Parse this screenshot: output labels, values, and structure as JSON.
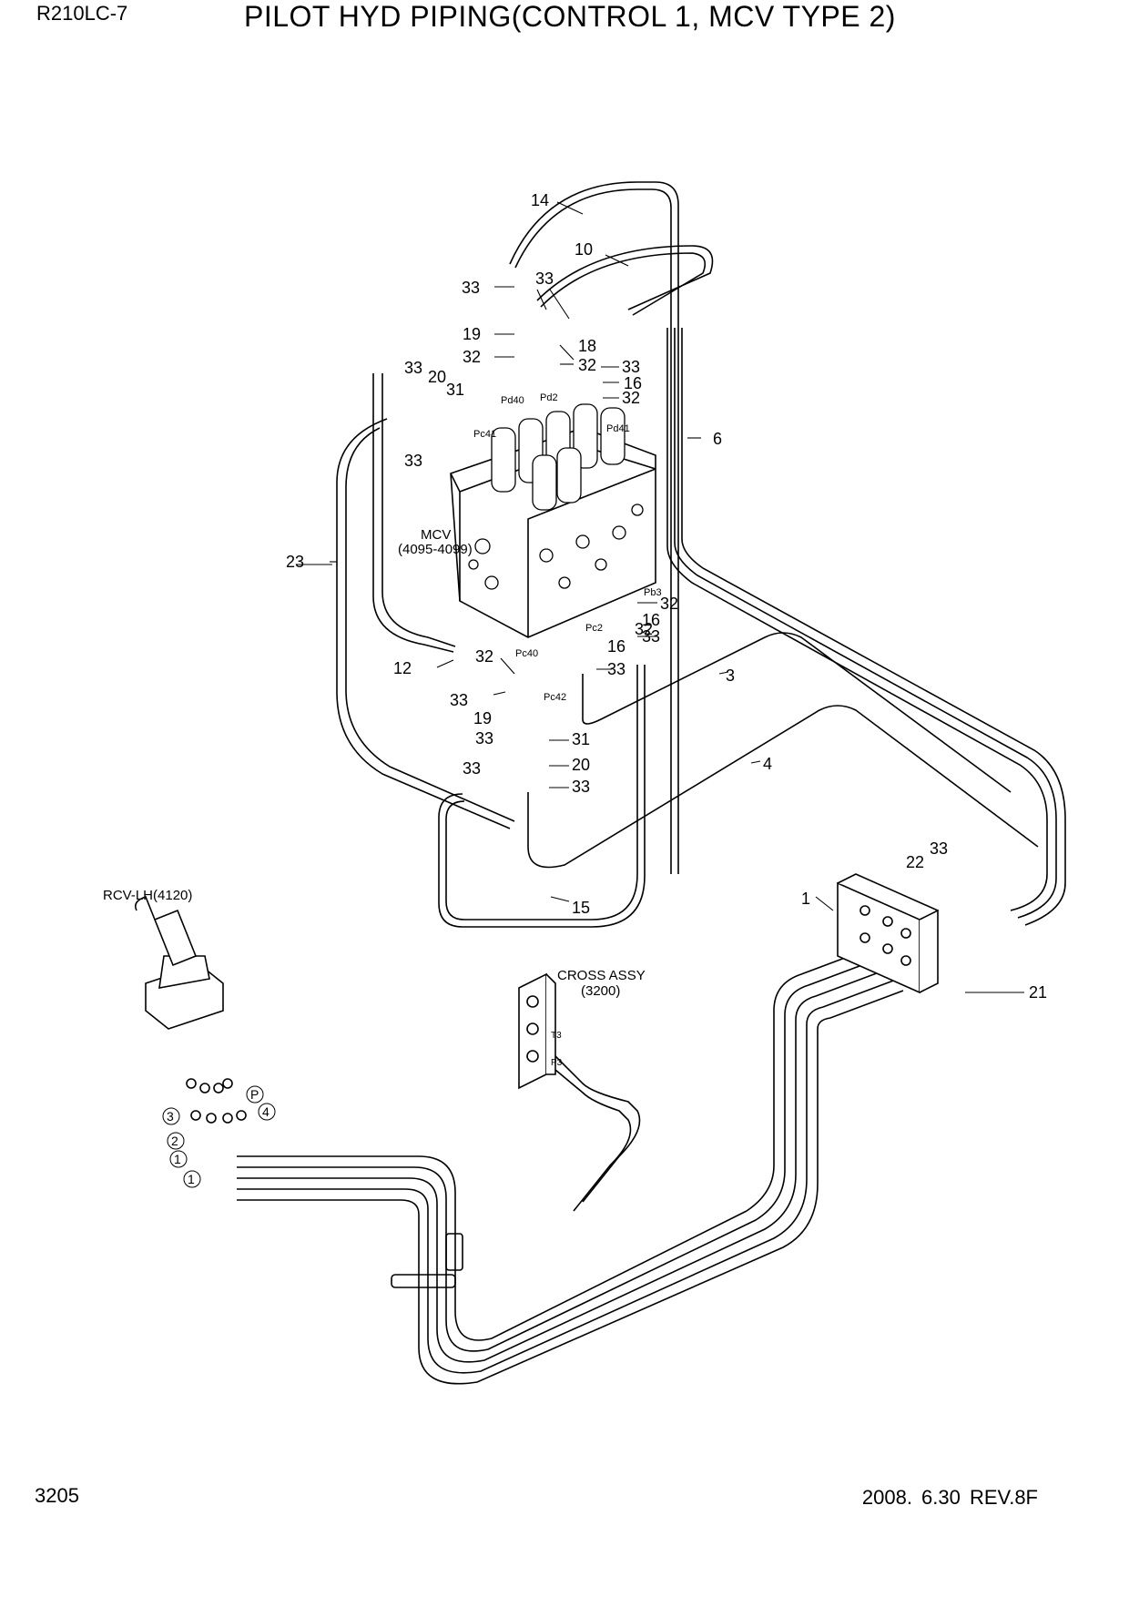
{
  "header": {
    "model": "R210LC-7",
    "title": "PILOT HYD PIPING(CONTROL 1, MCV TYPE 2)"
  },
  "footer": {
    "page": "3205",
    "date_rev": "2008. 6.30  REV.8F"
  },
  "components": {
    "mcv_label": "MCV",
    "mcv_code": "(4095-4099)",
    "rcv_label": "RCV-LH(4120)",
    "cross_label": "CROSS ASSY",
    "cross_code": "(3200)",
    "cross_port_t3": "T3",
    "cross_port_p3": "P3"
  },
  "ports": [
    "Pd40",
    "Pd2",
    "Pd41",
    "Pc41",
    "Pb3",
    "Pc2",
    "Pc40",
    "Pc42"
  ],
  "callouts": [
    "1",
    "3",
    "4",
    "6",
    "10",
    "12",
    "14",
    "15",
    "16",
    "16",
    "18",
    "19",
    "19",
    "20",
    "20",
    "21",
    "22",
    "23",
    "31",
    "31",
    "32",
    "32",
    "32",
    "32",
    "32",
    "32",
    "33",
    "33",
    "33",
    "33",
    "33",
    "33",
    "33",
    "33",
    "33",
    "33",
    "33",
    "33",
    "33"
  ],
  "rcv_port_markers": [
    "3",
    "2",
    "1",
    "1",
    "P",
    "4"
  ]
}
